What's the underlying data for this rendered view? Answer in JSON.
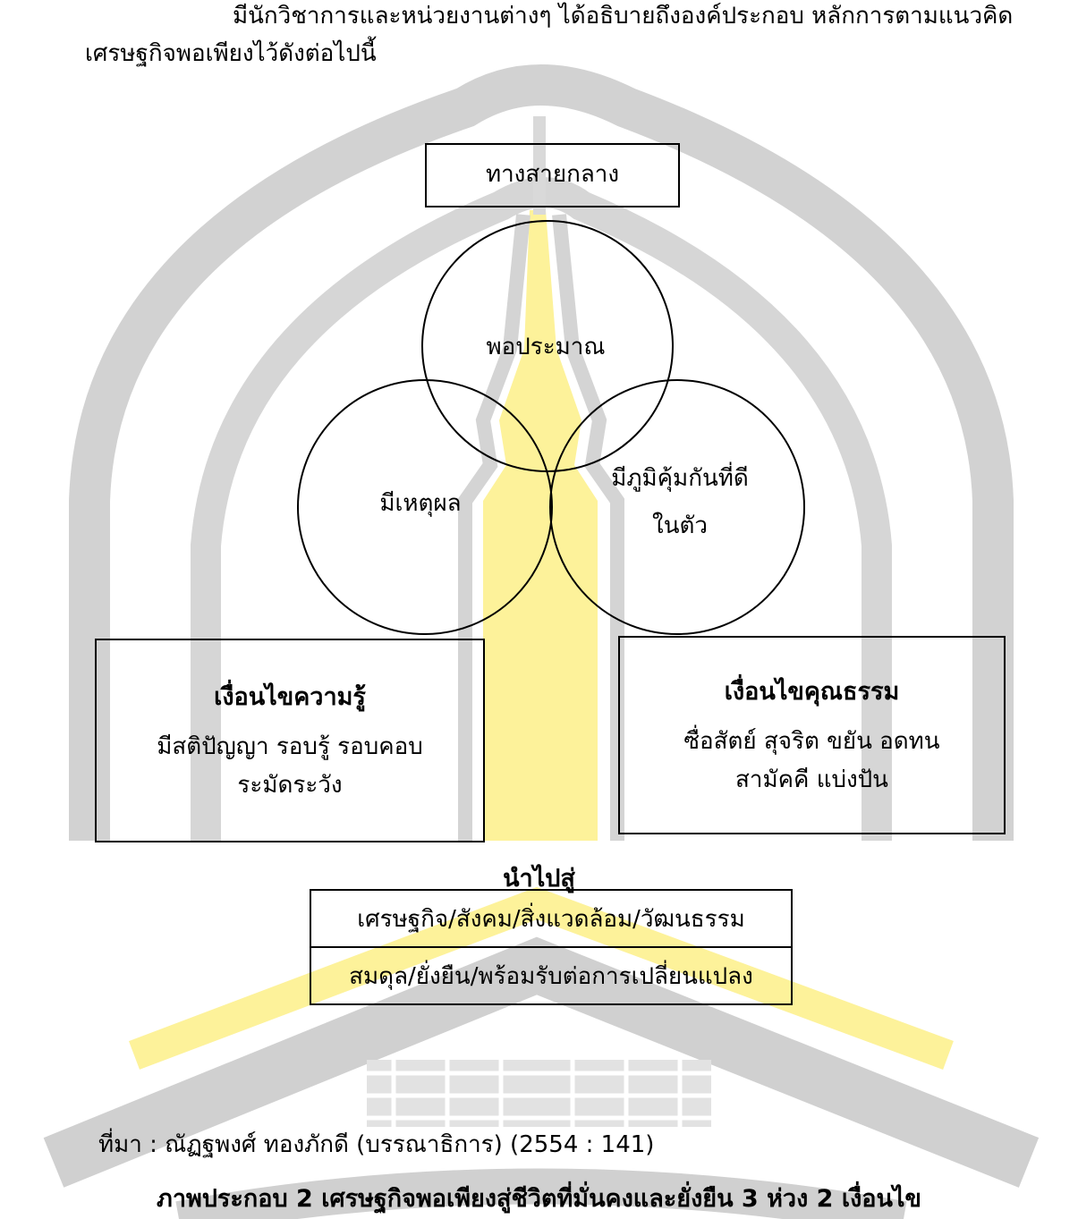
{
  "intro": {
    "line1": "มีนักวิชาการและหน่วยงานต่างๆ ได้อธิบายถึงองค์ประกอบ หลักการตามแนวคิด",
    "line2": "เศรษฐกิจพอเพียงไว้ดังต่อไปนี้"
  },
  "diagram": {
    "middle_path": "ทางสายกลาง",
    "circles": {
      "top": "พอประมาณ",
      "left": "มีเหตุผล",
      "right_line1": "มีภูมิคุ้มกันที่ดี",
      "right_line2": "ในตัว"
    },
    "knowledge": {
      "title": "เงื่อนไขความรู้",
      "line1": "มีสติปัญญา รอบรู้ รอบคอบ",
      "line2": "ระมัดระวัง"
    },
    "morality": {
      "title": "เงื่อนไขคุณธรรม",
      "line1": "ซื่อสัตย์ สุจริต ขยัน อดทน",
      "line2": "สามัคคี แบ่งปัน"
    },
    "lead_to": "นำไปสู่",
    "outcome_row1": "เศรษฐกิจ/สังคม/สิ่งแวดล้อม/วัฒนธรรม",
    "outcome_row2": "สมดุล/ยั่งยืน/พร้อมรับต่อการเปลี่ยนแปลง"
  },
  "source": "ที่มา : ณัฏฐพงศ์ ทองภักดี (บรรณาธิการ) (2554 : 141)",
  "caption": "ภาพประกอบ 2 เศรษฐกิจพอเพียงสู่ชีวิตที่มั่นคงและยั่งยืน 3 ห่วง 2 เงื่อนไข",
  "colors": {
    "watermark_gray": "#c8c8c8",
    "watermark_yellow": "#fdf29a"
  }
}
